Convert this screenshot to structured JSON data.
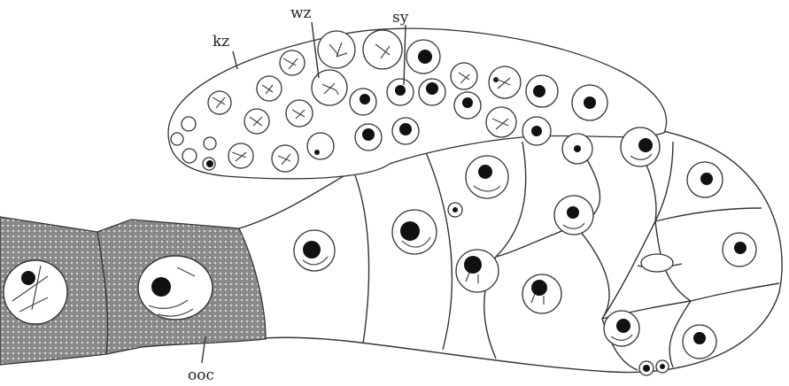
{
  "labels": {
    "kz": "kz",
    "wz": "wz",
    "sy": "sy",
    "ooc": "ooc"
  },
  "colors": {
    "ink": "#333333",
    "stipple": "#7a7a7a",
    "background": "#ffffff"
  }
}
